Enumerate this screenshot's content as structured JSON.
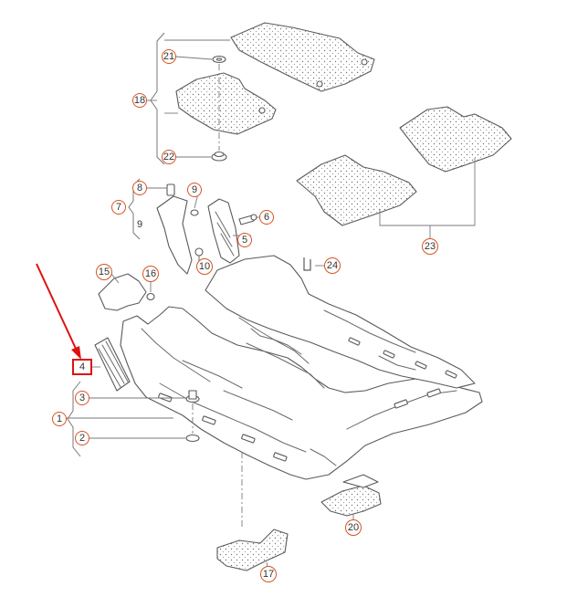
{
  "diagram": {
    "callouts": [
      {
        "id": "c1",
        "label": "1",
        "style": "circle"
      },
      {
        "id": "c2",
        "label": "2",
        "style": "circle"
      },
      {
        "id": "c3",
        "label": "3",
        "style": "circle"
      },
      {
        "id": "c4",
        "label": "4",
        "style": "highlighted"
      },
      {
        "id": "c5",
        "label": "5",
        "style": "circle"
      },
      {
        "id": "c6",
        "label": "6",
        "style": "circle"
      },
      {
        "id": "c7",
        "label": "7",
        "style": "circle"
      },
      {
        "id": "c8",
        "label": "8",
        "style": "circle"
      },
      {
        "id": "c9a",
        "label": "9",
        "style": "circle"
      },
      {
        "id": "c9b",
        "label": "9",
        "style": "plain"
      },
      {
        "id": "c10",
        "label": "10",
        "style": "circle"
      },
      {
        "id": "c15",
        "label": "15",
        "style": "circle"
      },
      {
        "id": "c16",
        "label": "16",
        "style": "circle"
      },
      {
        "id": "c17",
        "label": "17",
        "style": "circle"
      },
      {
        "id": "c18",
        "label": "18",
        "style": "circle"
      },
      {
        "id": "c20",
        "label": "20",
        "style": "circle"
      },
      {
        "id": "c21",
        "label": "21",
        "style": "circle"
      },
      {
        "id": "c22",
        "label": "22",
        "style": "circle"
      },
      {
        "id": "c23",
        "label": "23",
        "style": "circle"
      },
      {
        "id": "c24",
        "label": "24",
        "style": "circle"
      }
    ],
    "colors": {
      "callout_ring": "#d9531e",
      "highlight": "#e01010",
      "line": "#5a5a5a"
    }
  }
}
